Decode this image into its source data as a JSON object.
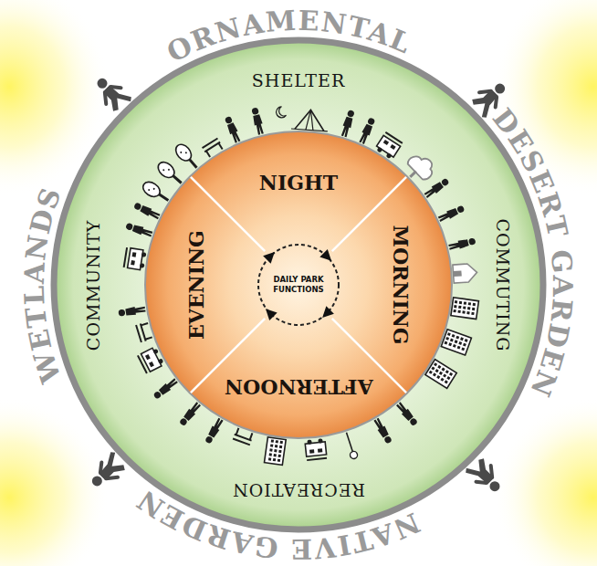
{
  "diagram": {
    "nodes": [
      {
        "text": [
          "ORNAMENTAL",
          "DESERT GARDEN",
          "NATIVE GARDEN",
          "WETLANDS"
        ]
      },
      {
        "text": [
          "SHELTER",
          "COMMUTING",
          "RECREATION",
          "COMMUNITY"
        ],
        "in": 0
      },
      {
        "text": [
          "NIGHT"
        ],
        "in": 1
      },
      {
        "text": [
          "MORNING"
        ],
        "in": 1
      },
      {
        "text": [
          "AFTERNOON"
        ],
        "in": 1
      },
      {
        "text": [
          "EVENING"
        ],
        "in": 1
      },
      {
        "text": [
          "DAILY PARK FUNCTIONS"
        ],
        "in": 1
      }
    ]
  }
}
